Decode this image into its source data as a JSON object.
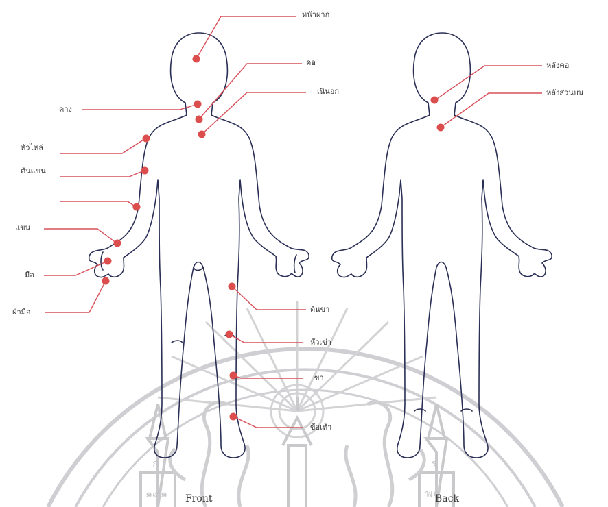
{
  "colors": {
    "marker": "#dc4d4d",
    "leader": "#d9505a",
    "outline": "#2a2f55",
    "watermark": "#c9c9cc"
  },
  "views": {
    "front": "Front",
    "back": "Back"
  },
  "front_labels": [
    {
      "id": "forehead",
      "text": "หน้าผาก"
    },
    {
      "id": "neck",
      "text": "คอ"
    },
    {
      "id": "upper-chest",
      "text": "เนินอก"
    },
    {
      "id": "chin",
      "text": "คาง"
    },
    {
      "id": "shoulder",
      "text": "หัวไหล่"
    },
    {
      "id": "upper-arm",
      "text": "ต้นแขน"
    },
    {
      "id": "forearm",
      "text": ""
    },
    {
      "id": "wrist",
      "text": "แขน"
    },
    {
      "id": "hand",
      "text": "มือ"
    },
    {
      "id": "palm",
      "text": "ฝ่ามือ"
    },
    {
      "id": "thigh",
      "text": "ต้นขา"
    },
    {
      "id": "knee",
      "text": "หัวเข่า"
    },
    {
      "id": "shin",
      "text": "ขา"
    },
    {
      "id": "ankle",
      "text": "ข้อเท้า"
    }
  ],
  "back_labels": [
    {
      "id": "back-neck",
      "text": "หลังคอ"
    },
    {
      "id": "upper-back",
      "text": "หลังส่วนบน"
    }
  ],
  "watermark": {
    "description": "university-seal",
    "glyphs": [
      "ก",
      "๑๙๑",
      "ร",
      "พฤ"
    ]
  }
}
